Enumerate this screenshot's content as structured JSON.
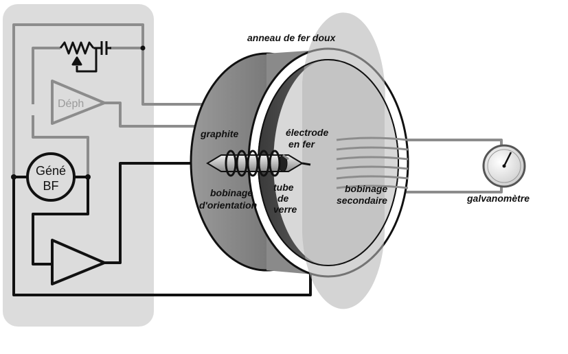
{
  "labels": {
    "iron_ring": "anneau de fer doux",
    "graphite": "graphite",
    "electrode_line1": "électrode",
    "electrode_line2": "en fer",
    "orient_coil_line1": "bobinage",
    "orient_coil_line2": "d'orientation",
    "glass_tube_line1": "tube",
    "glass_tube_line2": "de",
    "glass_tube_line3": "verre",
    "secondary_coil_line1": "bobinage",
    "secondary_coil_line2": "secondaire",
    "galvanometer": "galvanomètre",
    "generator_line1": "Géné",
    "generator_line2": "BF",
    "phase_shifter": "Déph"
  },
  "colors": {
    "panel": "#dcdcdc",
    "gray_wire": "#8c8c8c",
    "black_wire": "#111111",
    "ring_dark": "#6e6e6e",
    "ring_light": "#cfcfcf"
  }
}
